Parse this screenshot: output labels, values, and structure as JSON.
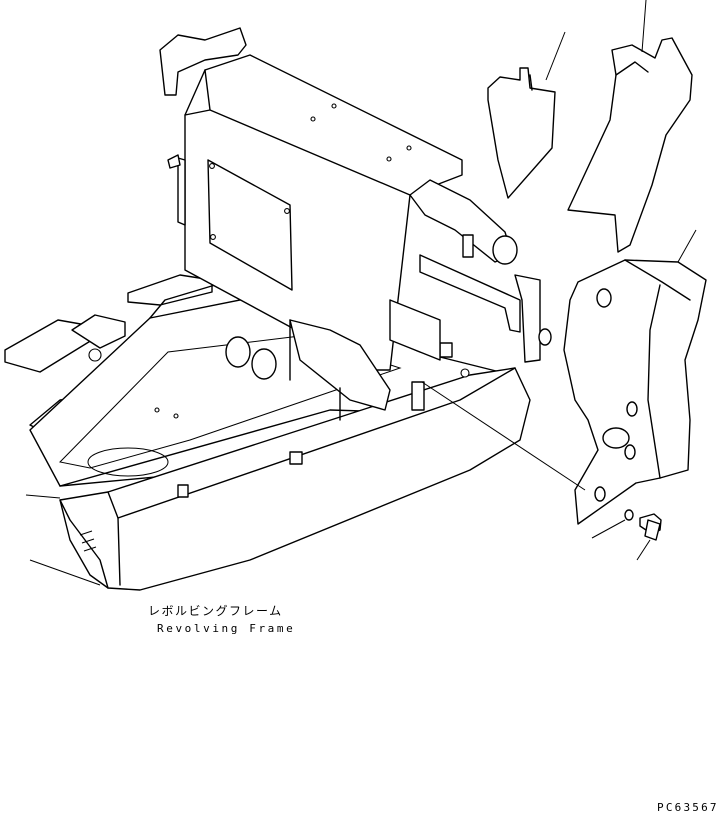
{
  "labels": {
    "japanese_name": "レボルビングフレーム",
    "english_name": "Revolving Frame"
  },
  "drawing_code": "PC63567"
}
